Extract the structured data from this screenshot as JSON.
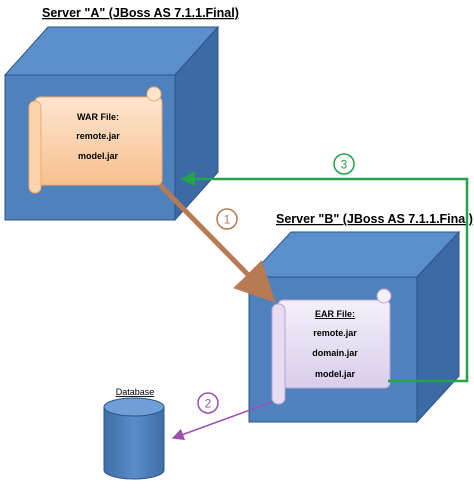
{
  "server_a": {
    "title": "Server \"A\" (JBoss AS 7.1.1.Final)",
    "scroll": {
      "heading": "WAR File:",
      "items": [
        "remote.jar",
        "model.jar"
      ]
    }
  },
  "server_b": {
    "title": "Server \"B\" (JBoss AS 7.1.1.Final)",
    "scroll": {
      "heading": "EAR File:",
      "items": [
        "remote.jar",
        "domain.jar",
        "model.jar"
      ]
    }
  },
  "database": {
    "label": "Database"
  },
  "steps": [
    {
      "number": "1",
      "color": "#b87a52"
    },
    {
      "number": "2",
      "color": "#9b4fb0"
    },
    {
      "number": "3",
      "color": "#23a34a"
    }
  ],
  "colors": {
    "cube_front": "#4f81bd",
    "cube_top": "#5b8fcc",
    "cube_side": "#3c6aa5",
    "war_scroll": "#fbd3ad",
    "ear_scroll": "#e6ddf2"
  }
}
